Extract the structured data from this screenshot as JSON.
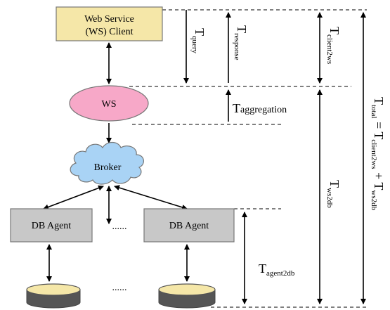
{
  "nodes": {
    "ws_client": {
      "line1": "Web Service",
      "line2": "(WS) Client",
      "fill": "#f5e7a8"
    },
    "ws": {
      "label": "WS",
      "fill": "#f7a8c8"
    },
    "broker": {
      "label": "Broker",
      "fill": "#a9d3f5"
    },
    "db_agent_left": {
      "label": "DB Agent",
      "fill": "#c8c8c8"
    },
    "db_agent_right": {
      "label": "DB Agent",
      "fill": "#c8c8c8"
    },
    "ellipsis_agents": "......",
    "ellipsis_dbs": "......",
    "database_fill": "#f5e7a8"
  },
  "timings": {
    "query": {
      "base": "T",
      "sub": "query"
    },
    "response": {
      "base": "T",
      "sub": "response"
    },
    "client2ws": {
      "base": "T",
      "sub": "client2ws"
    },
    "aggregation": {
      "base": "T",
      "sub": "aggregation"
    },
    "ws2db": {
      "base": "T",
      "sub": "ws2db"
    },
    "agent2db": {
      "base": "T",
      "sub": "agent2db"
    },
    "total": {
      "base": "T",
      "sub": "total",
      "equals": " = ",
      "term1": "T",
      "term1_sub": "client2ws",
      "plus": " + ",
      "term2": "T",
      "term2_sub": "ws2db"
    }
  }
}
